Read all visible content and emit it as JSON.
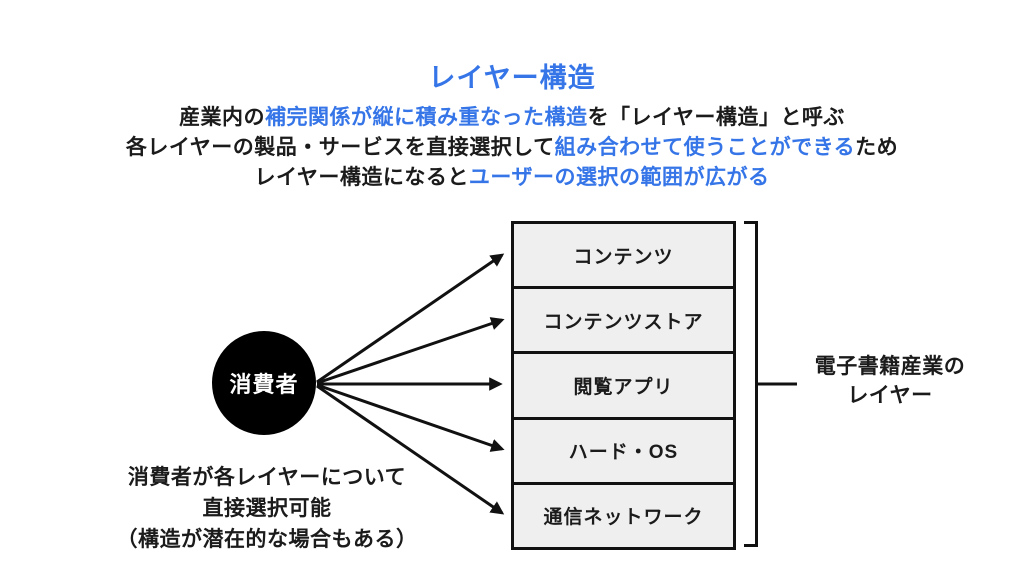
{
  "colors": {
    "accent_blue": "#3575e8",
    "text_black": "#1b1b1b",
    "line_black": "#111111",
    "box_fill": "#efefef",
    "circle_fill": "#000000",
    "page_bg": "#ffffff"
  },
  "title": "レイヤー構造",
  "description": {
    "lines": [
      {
        "segments": [
          {
            "text": "産業内の",
            "color": "black"
          },
          {
            "text": "補完関係が縦に積み重なった構造",
            "color": "blue"
          },
          {
            "text": "を「レイヤー構造」と呼ぶ",
            "color": "black"
          }
        ]
      },
      {
        "segments": [
          {
            "text": "各レイヤーの製品・サービスを直接選択して",
            "color": "black"
          },
          {
            "text": "組み合わせて使うことができる",
            "color": "blue"
          },
          {
            "text": "ため",
            "color": "black"
          }
        ]
      },
      {
        "segments": [
          {
            "text": "レイヤー構造になると",
            "color": "black"
          },
          {
            "text": "ユーザーの選択の範囲が広がる",
            "color": "blue"
          }
        ]
      }
    ]
  },
  "diagram": {
    "consumer_label": "消費者",
    "layers": [
      "コンテンツ",
      "コンテンツストア",
      "閲覧アプリ",
      "ハード・OS",
      "通信ネットワーク"
    ],
    "bracket_label": [
      "電子書籍産業の",
      "レイヤー"
    ],
    "note_lines": [
      "消費者が各レイヤーについて",
      "直接選択可能",
      "（構造が潜在的な場合もある）"
    ]
  }
}
